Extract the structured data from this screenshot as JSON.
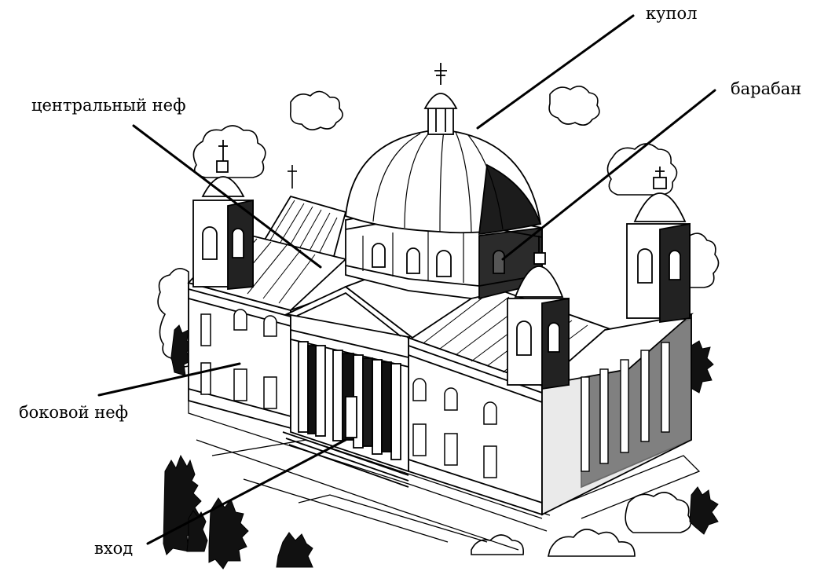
{
  "labels": {
    "dome": "купол",
    "central_nave": "центральный неф",
    "drum": "барабан",
    "side_aisle": "боковой неф",
    "entrance": "вход"
  },
  "colors": {
    "ink": "#000000",
    "paper": "#ffffff",
    "shade": "#1a1a1a"
  }
}
